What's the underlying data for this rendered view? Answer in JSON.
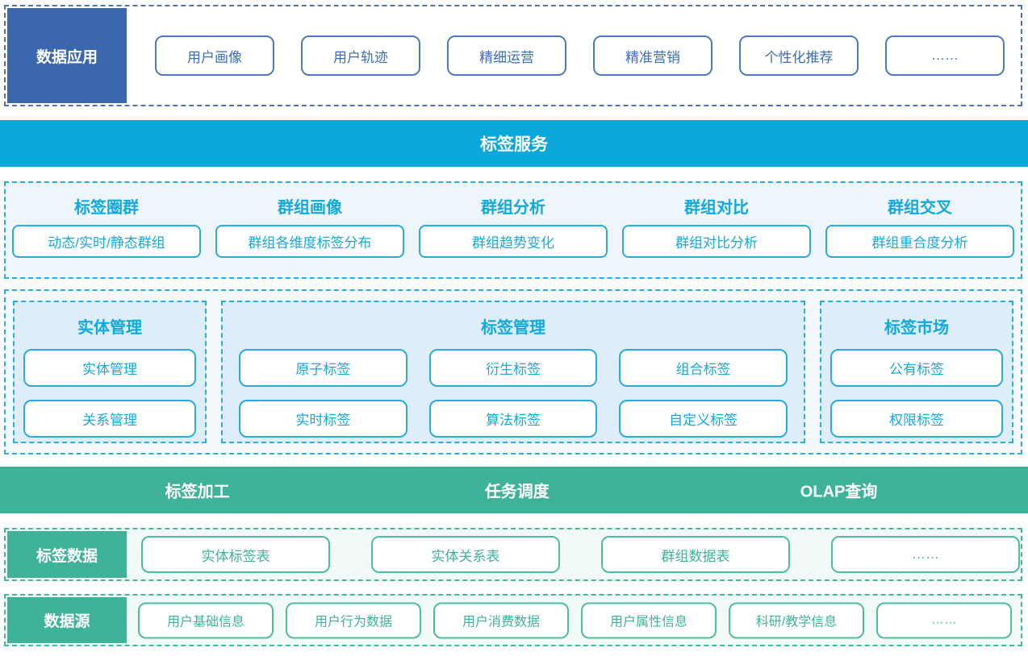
{
  "palette": {
    "app_blue": "#3a67ae",
    "blue_border": "#4f7abd",
    "service_cyan": "#0aa8da",
    "cyan_text": "#10a9dd",
    "cyan_border": "#2aabdf",
    "process_green": "#3fb39a",
    "green_border": "#4dbda2",
    "light_blue_bg": "#eef6fc",
    "panel_blue_bg": "#ddeefa",
    "light_green_bg": "#f2faf7"
  },
  "app_row": {
    "label": "数据应用",
    "items": [
      "用户画像",
      "用户轨迹",
      "精细运营",
      "精准营销",
      "个性化推荐",
      "……"
    ]
  },
  "service_banner": {
    "title": "标签服务"
  },
  "group_section": {
    "columns": [
      {
        "title": "标签圈群",
        "item": "动态/实时/静态群组"
      },
      {
        "title": "群组画像",
        "item": "群组各维度标签分布"
      },
      {
        "title": "群组分析",
        "item": "群组趋势变化"
      },
      {
        "title": "群组对比",
        "item": "群组对比分析"
      },
      {
        "title": "群组交叉",
        "item": "群组重合度分析"
      }
    ]
  },
  "management_section": {
    "entity": {
      "title": "实体管理",
      "items": [
        "实体管理",
        "关系管理"
      ]
    },
    "tag": {
      "title": "标签管理",
      "items": [
        "原子标签",
        "衍生标签",
        "组合标签",
        "实时标签",
        "算法标签",
        "自定义标签"
      ]
    },
    "market": {
      "title": "标签市场",
      "items": [
        "公有标签",
        "权限标签"
      ]
    }
  },
  "process_banner": {
    "items": [
      "标签加工",
      "任务调度",
      "OLAP查询"
    ]
  },
  "tag_data_row": {
    "label": "标签数据",
    "items": [
      "实体标签表",
      "实体关系表",
      "群组数据表",
      "……"
    ]
  },
  "data_source_row": {
    "label": "数据源",
    "items": [
      "用户基础信息",
      "用户行为数据",
      "用户消费数据",
      "用户属性信息",
      "科研/教学信息",
      "……"
    ]
  }
}
